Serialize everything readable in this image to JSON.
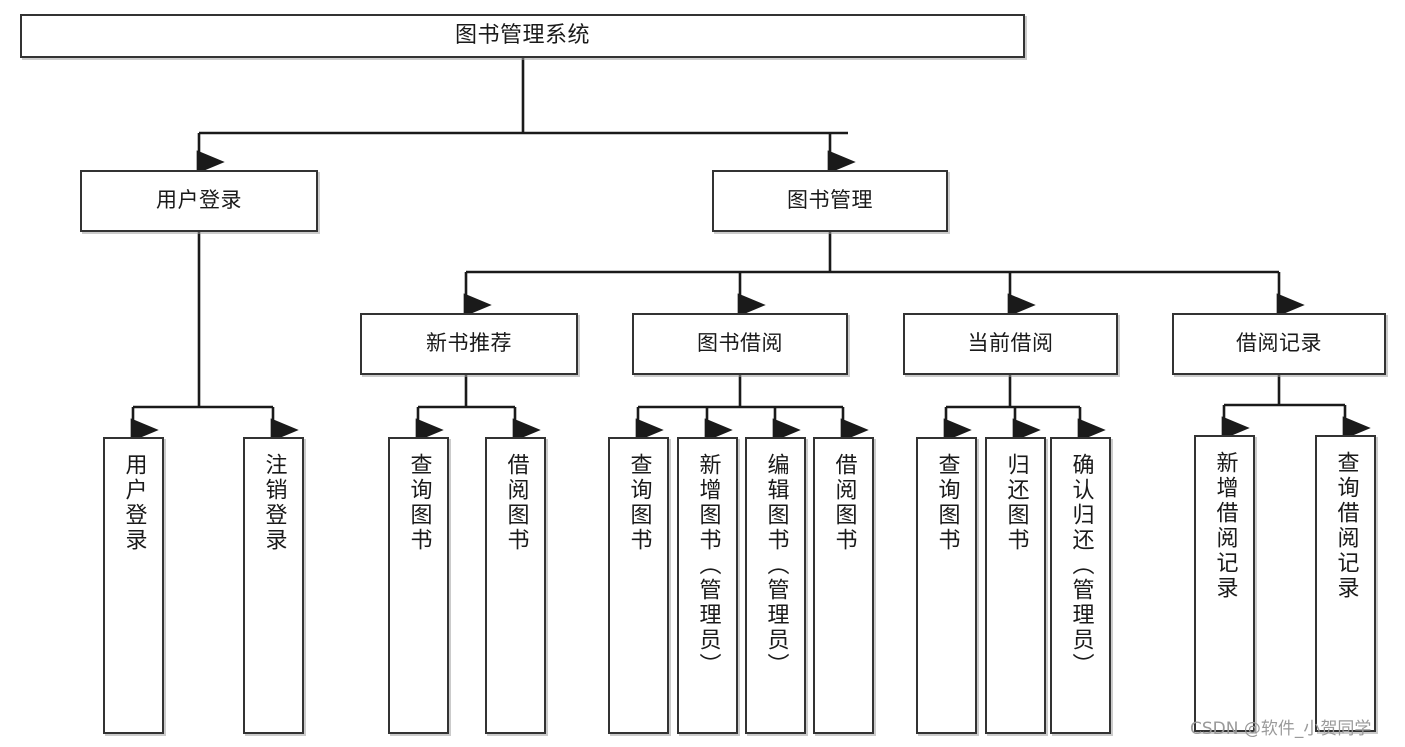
{
  "diagram": {
    "title": "图书管理系统",
    "type": "功能结构图",
    "watermark": "CSDN @软件_小贺同学",
    "colors": {
      "box_border": "#333333",
      "box_fill": "#ffffff",
      "edge": "#1a1a1a",
      "watermark": "#9a9a9a",
      "background": "#ffffff"
    },
    "nodes": {
      "root": {
        "label": "图书管理系统"
      },
      "level2": [
        {
          "id": "user-login",
          "label": "用户登录"
        },
        {
          "id": "book-manage",
          "label": "图书管理"
        }
      ],
      "level3": [
        {
          "id": "new-book-recommend",
          "label": "新书推荐"
        },
        {
          "id": "book-borrow",
          "label": "图书借阅"
        },
        {
          "id": "current-borrow",
          "label": "当前借阅"
        },
        {
          "id": "borrow-record",
          "label": "借阅记录"
        }
      ],
      "leaves": [
        {
          "id": "leaf-user-login",
          "label": "用户登录",
          "parent": "user-login"
        },
        {
          "id": "leaf-logout-login",
          "label": "注销登录",
          "parent": "user-login"
        },
        {
          "id": "leaf-query-book-1",
          "label": "查询图书",
          "parent": "new-book-recommend"
        },
        {
          "id": "leaf-borrow-book-1",
          "label": "借阅图书",
          "parent": "new-book-recommend"
        },
        {
          "id": "leaf-query-book-2",
          "label": "查询图书",
          "parent": "book-borrow"
        },
        {
          "id": "leaf-add-book",
          "label": "新增图书（管理员）",
          "parent": "book-borrow"
        },
        {
          "id": "leaf-edit-book",
          "label": "编辑图书（管理员）",
          "parent": "book-borrow"
        },
        {
          "id": "leaf-borrow-book-2",
          "label": "借阅图书",
          "parent": "book-borrow"
        },
        {
          "id": "leaf-query-book-3",
          "label": "查询图书",
          "parent": "current-borrow"
        },
        {
          "id": "leaf-return-book",
          "label": "归还图书",
          "parent": "current-borrow"
        },
        {
          "id": "leaf-confirm-return",
          "label": "确认归还（管理员）",
          "parent": "current-borrow"
        },
        {
          "id": "leaf-add-record",
          "label": "新增借阅记录",
          "parent": "borrow-record"
        },
        {
          "id": "leaf-query-record",
          "label": "查询借阅记录",
          "parent": "borrow-record"
        }
      ]
    }
  }
}
